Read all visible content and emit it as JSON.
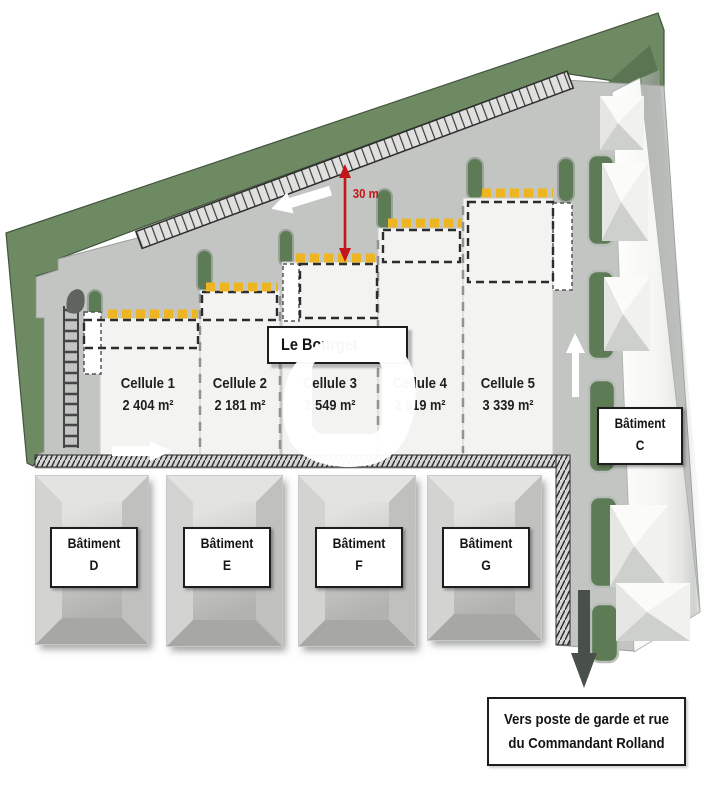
{
  "site": {
    "street_label": "Le Bourget",
    "dimension_label": "30 m",
    "cells": [
      {
        "label": "Cellule 1",
        "area": "2 404 m²"
      },
      {
        "label": "Cellule 2",
        "area": "2 181 m²"
      },
      {
        "label": "Cellule 3",
        "area": "2 549 m²"
      },
      {
        "label": "Cellule 4",
        "area": "2 919 m²"
      },
      {
        "label": "Cellule 5",
        "area": "3 339 m²"
      }
    ],
    "buildings_bottom": [
      {
        "name": "Bâtiment",
        "letter": "D"
      },
      {
        "name": "Bâtiment",
        "letter": "E"
      },
      {
        "name": "Bâtiment",
        "letter": "F"
      },
      {
        "name": "Bâtiment",
        "letter": "G"
      }
    ],
    "building_right": {
      "name": "Bâtiment",
      "letter": "C"
    },
    "note_line1": "Vers poste de garde et rue",
    "note_line2": "du Commandant Rolland",
    "colors": {
      "site_green": "#6d8a63",
      "yard_gray": "#c2c5c2",
      "dock_yellow": "#eeb522",
      "dimension_red": "#c2161b",
      "cell_fill": "#f3f3f1"
    }
  }
}
